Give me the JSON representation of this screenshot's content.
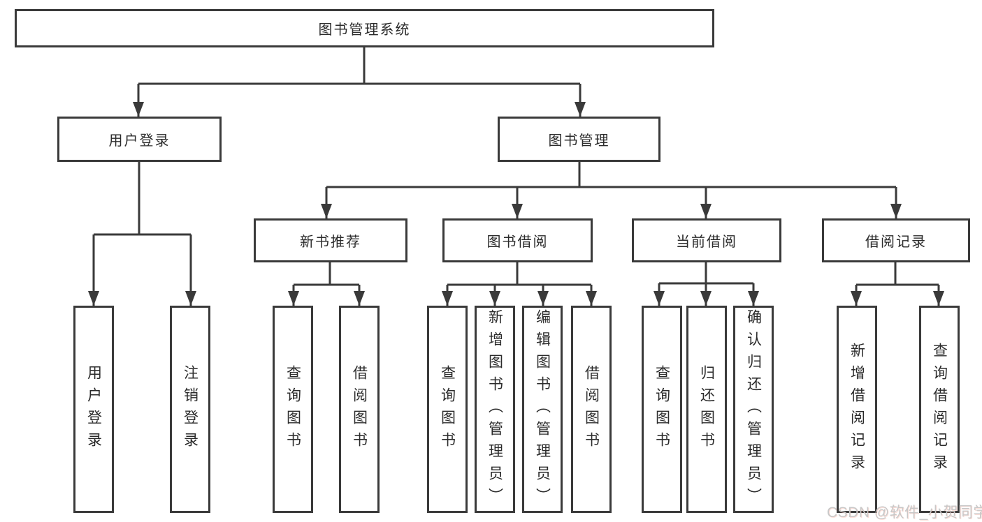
{
  "tree": {
    "label": "图书管理系统",
    "children": [
      {
        "label": "用户登录",
        "children": [
          {
            "label": "用户登录"
          },
          {
            "label": "注销登录"
          }
        ]
      },
      {
        "label": "图书管理",
        "children": [
          {
            "label": "新书推荐",
            "children": [
              {
                "label": "查询图书"
              },
              {
                "label": "借阅图书"
              }
            ]
          },
          {
            "label": "图书借阅",
            "children": [
              {
                "label": "查询图书"
              },
              {
                "label": "新增图书（管理员）"
              },
              {
                "label": "编辑图书（管理员）"
              },
              {
                "label": "借阅图书"
              }
            ]
          },
          {
            "label": "当前借阅",
            "children": [
              {
                "label": "查询图书"
              },
              {
                "label": "归还图书"
              },
              {
                "label": "确认归还（管理员）"
              }
            ]
          },
          {
            "label": "借阅记录",
            "children": [
              {
                "label": "新增借阅记录"
              },
              {
                "label": "查询借阅记录"
              }
            ]
          }
        ]
      }
    ]
  },
  "watermark": {
    "text": "CSDN @软件_小贺同学"
  },
  "colors": {
    "line": "#3a3a3a",
    "box_border": "#3a3a3a",
    "background": "#ffffff",
    "text": "#2b2b2b",
    "watermark": "#c8c8c8"
  }
}
